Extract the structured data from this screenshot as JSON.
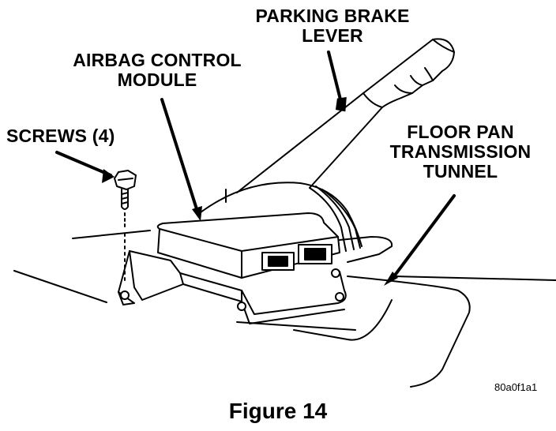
{
  "labels": {
    "parking_brake": [
      "PARKING BRAKE",
      "LEVER"
    ],
    "airbag_module": [
      "AIRBAG CONTROL",
      "MODULE"
    ],
    "screws": "SCREWS (4)",
    "floor_pan": [
      "FLOOR PAN",
      "TRANSMISSION",
      "TUNNEL"
    ]
  },
  "figure_code": "80a0f1a1",
  "caption": "Figure 14"
}
